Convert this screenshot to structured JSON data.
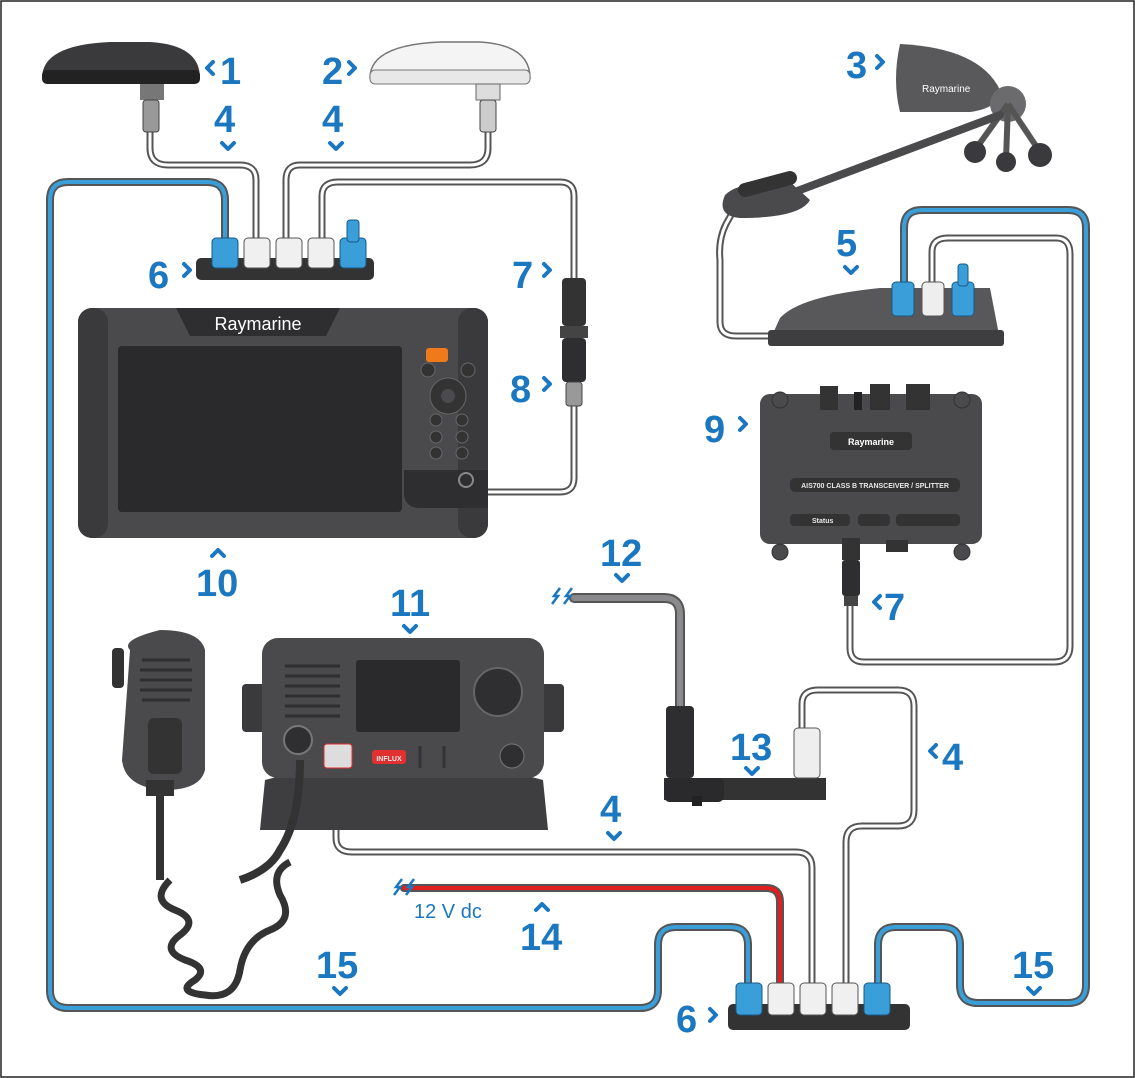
{
  "diagram": {
    "callouts": [
      {
        "id": "c1",
        "text": "1"
      },
      {
        "id": "c2",
        "text": "2"
      },
      {
        "id": "c3",
        "text": "3"
      },
      {
        "id": "c4a",
        "text": "4"
      },
      {
        "id": "c4b",
        "text": "4"
      },
      {
        "id": "c4c",
        "text": "4"
      },
      {
        "id": "c4d",
        "text": "4"
      },
      {
        "id": "c5",
        "text": "5"
      },
      {
        "id": "c6a",
        "text": "6"
      },
      {
        "id": "c6b",
        "text": "6"
      },
      {
        "id": "c7a",
        "text": "7"
      },
      {
        "id": "c7b",
        "text": "7"
      },
      {
        "id": "c8",
        "text": "8"
      },
      {
        "id": "c9",
        "text": "9"
      },
      {
        "id": "c10",
        "text": "10"
      },
      {
        "id": "c11",
        "text": "11"
      },
      {
        "id": "c12",
        "text": "12"
      },
      {
        "id": "c13",
        "text": "13"
      },
      {
        "id": "c14",
        "text": "14"
      },
      {
        "id": "c15a",
        "text": "15"
      },
      {
        "id": "c15b",
        "text": "15"
      }
    ],
    "brand": "Raymarine",
    "power_label": "12 V dc",
    "ais_label": "AIS700 CLASS B TRANSCEIVER / SPLITTER",
    "ais_status": "Status",
    "radio_button": "INFLUX",
    "colors": {
      "callout": "#1b78c0",
      "backbone": "#3a9fd8",
      "power": "#e02020",
      "device": "#4a4a4c",
      "device_dark": "#333335",
      "screen": "#2a2a2c",
      "orange": "#f07a1a"
    }
  }
}
